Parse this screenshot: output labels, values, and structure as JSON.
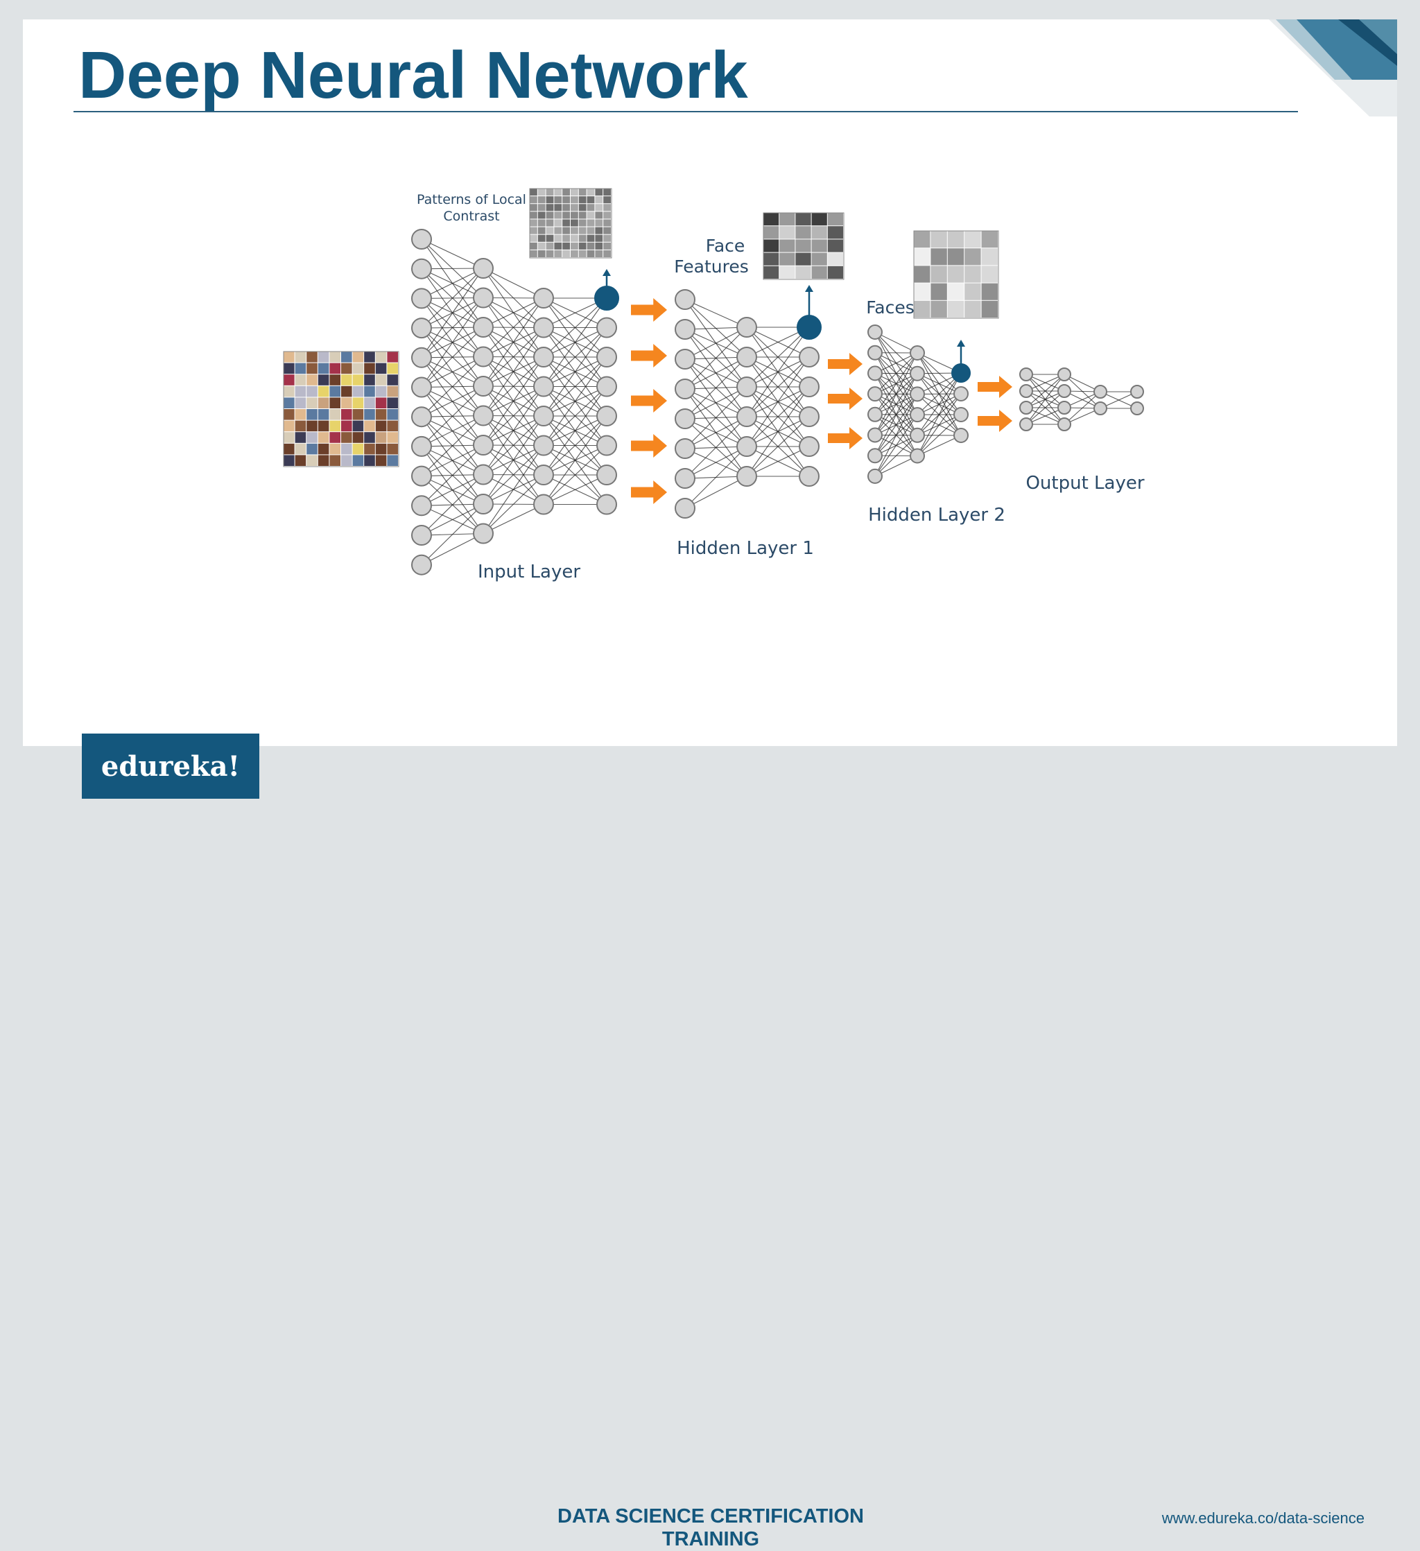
{
  "slide": {
    "title": "Deep Neural Network"
  },
  "diagram": {
    "annotations": {
      "patterns_line1": "Patterns of Local",
      "patterns_line2": "Contrast",
      "face_features_line1": "Face",
      "face_features_line2": "Features",
      "faces": "Faces"
    },
    "layers": {
      "input": "Input Layer",
      "hidden1": "Hidden Layer 1",
      "hidden2": "Hidden Layer 2",
      "output": "Output Layer"
    },
    "colors": {
      "arrow": "#f5861f",
      "highlight_node": "#14577d",
      "node_fill": "#d4d4d4",
      "node_stroke": "#777777",
      "edge": "#222222"
    }
  },
  "footer": {
    "logo": "edureka!",
    "course": "DATA SCIENCE CERTIFICATION TRAINING",
    "url": "www.edureka.co/data-science"
  }
}
